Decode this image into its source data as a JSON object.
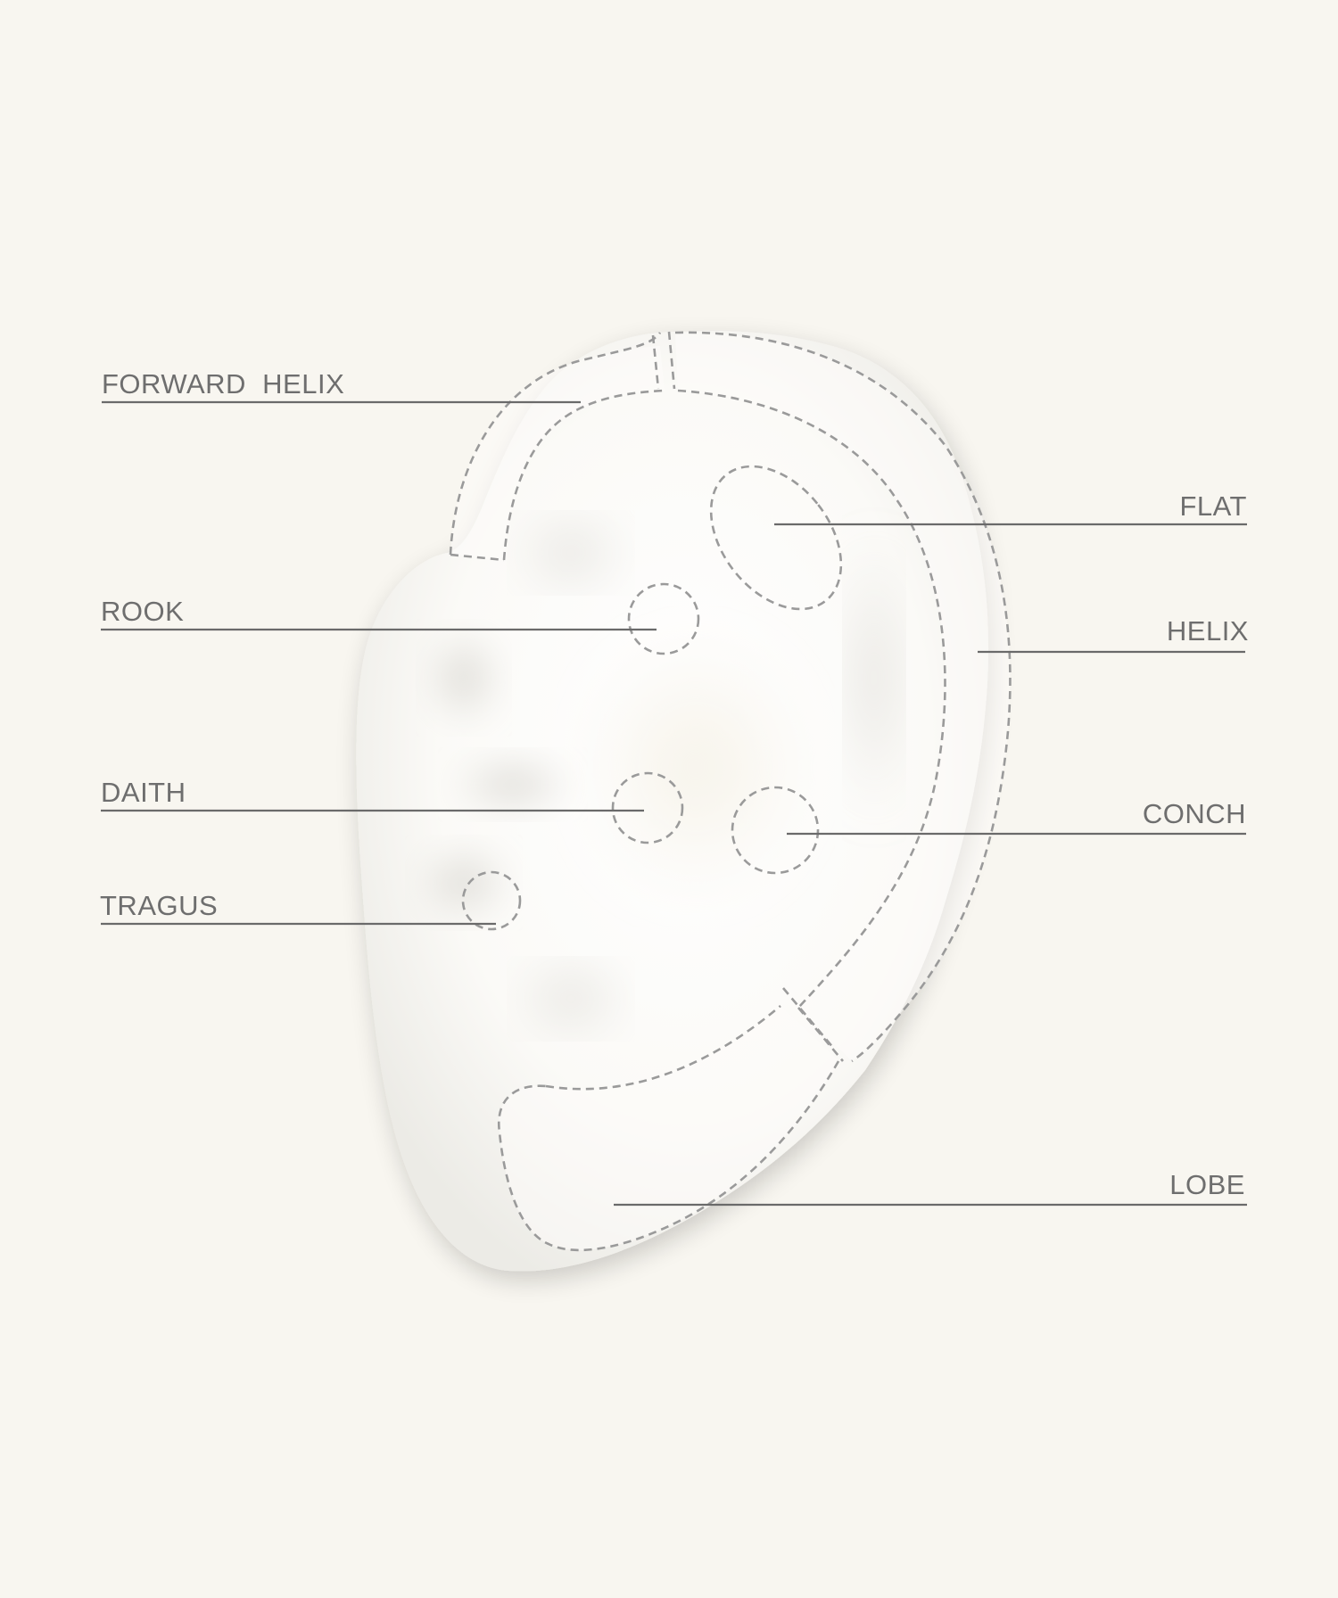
{
  "diagram": {
    "labels": {
      "forward_helix": "FORWARD  HELIX",
      "rook": "ROOK",
      "daith": "DAITH",
      "tragus": "TRAGUS",
      "flat": "FLAT",
      "helix": "HELIX",
      "conch": "CONCH",
      "lobe": "LOBE"
    }
  },
  "colors": {
    "background": "#f8f6f0",
    "ear": "#ffffff",
    "dashed_outline": "#9a9a9a",
    "leader_line": "#6a6a6a",
    "label_text": "#6e6e6e"
  }
}
